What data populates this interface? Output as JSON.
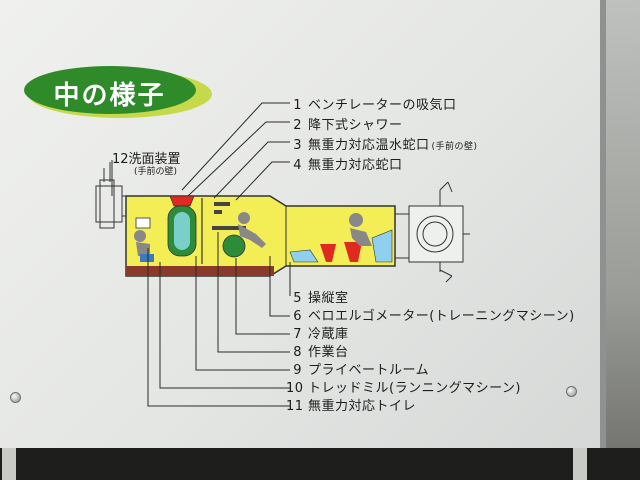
{
  "title": "中の様子",
  "labels": [
    {
      "num": "1",
      "text": "ベンチレーターの吸気口",
      "note": ""
    },
    {
      "num": "2",
      "text": "降下式シャワー",
      "note": ""
    },
    {
      "num": "3",
      "text": "無重力対応温水蛇口",
      "note": "(手前の壁)"
    },
    {
      "num": "4",
      "text": "無重力対応蛇口",
      "note": ""
    },
    {
      "num": "5",
      "text": "操縦室",
      "note": ""
    },
    {
      "num": "6",
      "text": "ベロエルゴメーター(トレーニングマシーン)",
      "note": ""
    },
    {
      "num": "7",
      "text": "冷蔵庫",
      "note": ""
    },
    {
      "num": "8",
      "text": "作業台",
      "note": ""
    },
    {
      "num": "9",
      "text": "プライベートルーム",
      "note": ""
    },
    {
      "num": "10",
      "text": "トレッドミル(ランニングマシーン)",
      "note": ""
    },
    {
      "num": "11",
      "text": "無重力対応トイレ",
      "note": ""
    }
  ],
  "label12": {
    "num": "12",
    "text": "洗面装置",
    "note": "(手前の壁)"
  },
  "colors": {
    "badge_green": "#2f8a2a",
    "badge_lime": "#c6d94a",
    "module_yellow": "#f3ee55",
    "module_red": "#e02a20",
    "module_green": "#2c8c3a",
    "leader_line": "#2a2a2a"
  }
}
